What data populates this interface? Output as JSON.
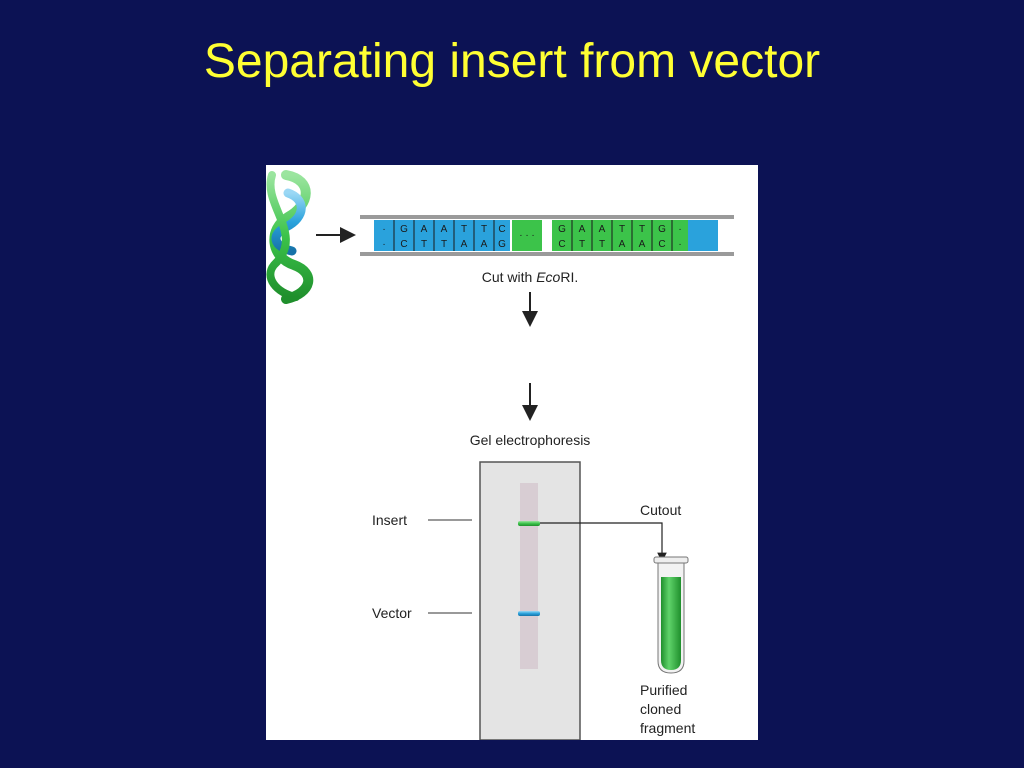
{
  "slide": {
    "title": "Separating insert from vector"
  },
  "figure": {
    "sequence": {
      "left_top": [
        "·",
        "G",
        "A",
        "A",
        "T",
        "T",
        "C"
      ],
      "left_bottom": [
        "·",
        "C",
        "T",
        "T",
        "A",
        "A",
        "G"
      ],
      "ellipsis": "· · ·",
      "right_top": [
        "G",
        "A",
        "A",
        "T",
        "T",
        "G",
        "·"
      ],
      "right_bottom": [
        "C",
        "T",
        "T",
        "A",
        "A",
        "C",
        "·"
      ]
    },
    "step1": {
      "prefix": "Cut with ",
      "italic": "Eco",
      "suffix": "RI."
    },
    "step2": {
      "label": "Gel electrophoresis"
    },
    "gel": {
      "insert_label": "Insert",
      "vector_label": "Vector",
      "cutout_label": "Cutout"
    },
    "product": {
      "line1": "Purified",
      "line2": "cloned",
      "line3": "fragment"
    },
    "colors": {
      "insert": "#3cc34a",
      "vector": "#2aa2dc",
      "background": "#0c1254",
      "title": "#ffff33"
    }
  }
}
